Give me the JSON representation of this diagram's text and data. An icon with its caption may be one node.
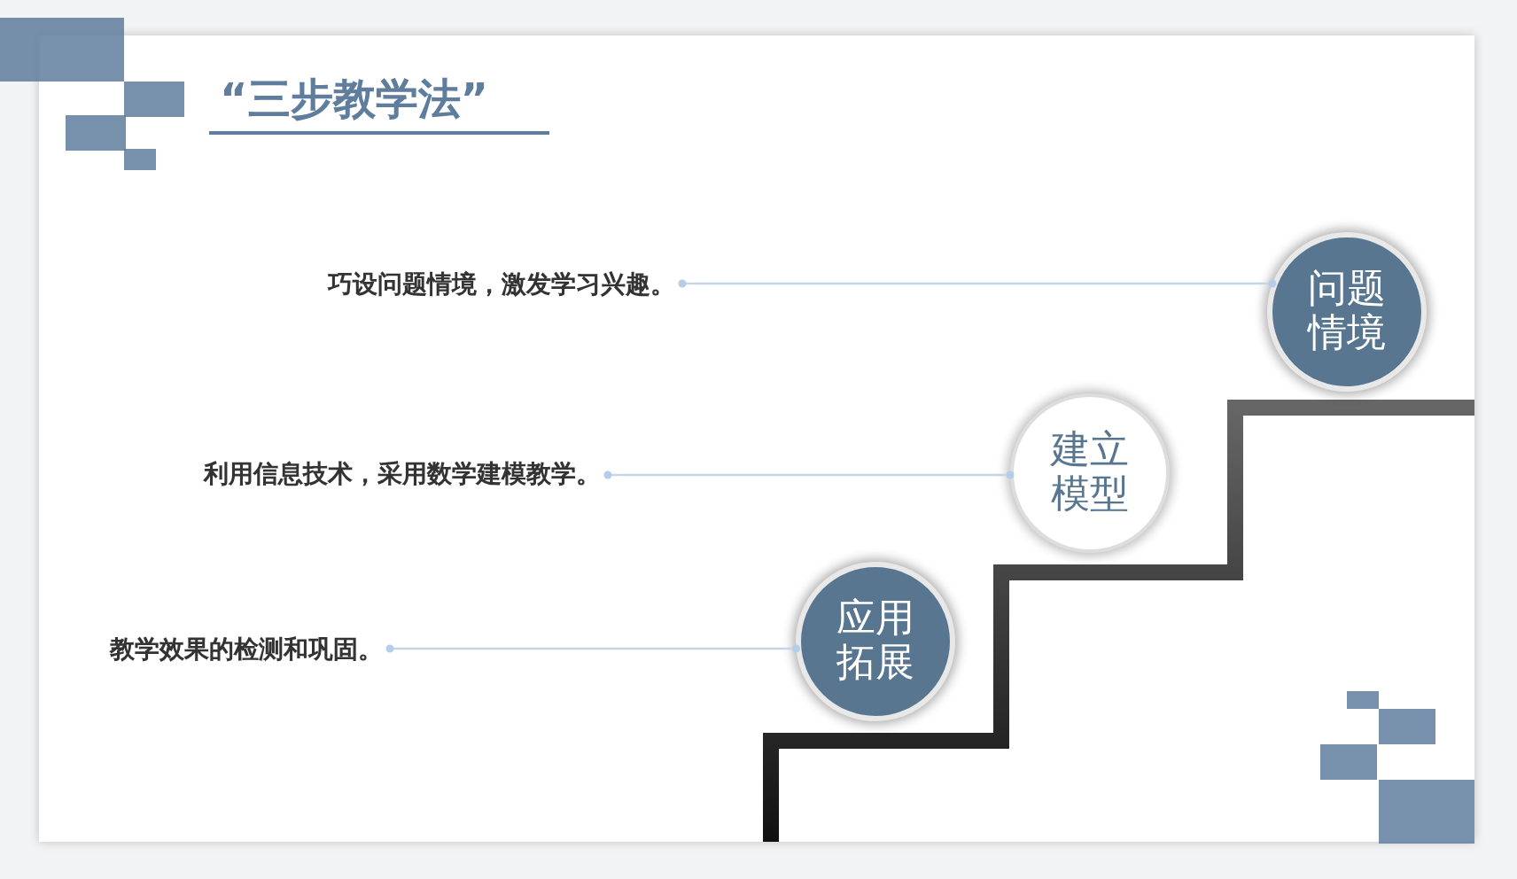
{
  "diagram": {
    "title": "“三步教学法”",
    "nodes": [
      {
        "text": [
          "问题情境"
        ]
      },
      {
        "text": [
          "建立模型"
        ]
      },
      {
        "text": [
          "应用拓展"
        ]
      },
      {
        "text": [
          "巧设问题情境，激发学习兴趣。"
        ]
      },
      {
        "text": [
          "利用信息技术，采用数学建模教学。"
        ]
      },
      {
        "text": [
          "教学效果的检测和巩固。"
        ]
      }
    ],
    "edges": [
      {
        "from": 3,
        "to": 0,
        "arrow": "other"
      },
      {
        "from": 4,
        "to": 1,
        "arrow": "other"
      },
      {
        "from": 5,
        "to": 2,
        "arrow": "other"
      }
    ]
  }
}
